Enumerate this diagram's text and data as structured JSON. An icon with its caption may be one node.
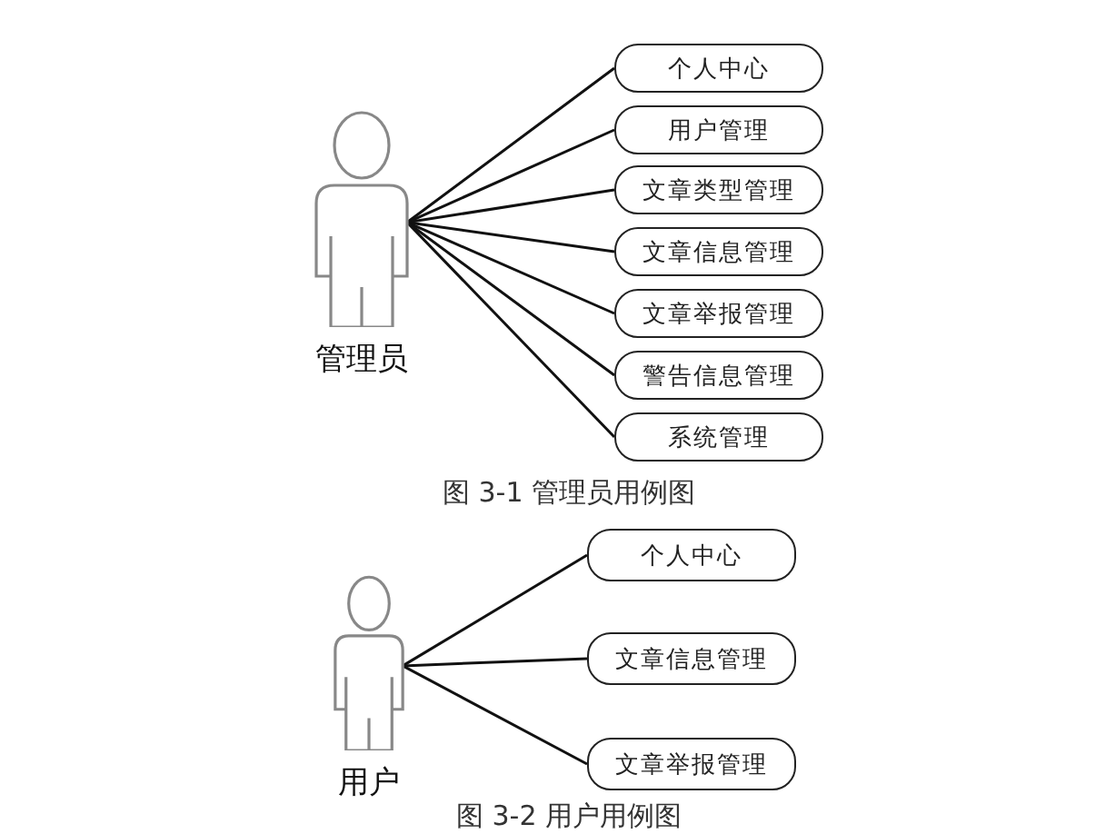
{
  "diagram": {
    "nodes": [
      {
        "text": [
          "管理员"
        ]
      },
      {
        "text": [
          "个人中心"
        ]
      },
      {
        "text": [
          "用户管理"
        ]
      },
      {
        "text": [
          "文章类型管理"
        ]
      },
      {
        "text": [
          "文章信息管理"
        ]
      },
      {
        "text": [
          "文章举报管理"
        ]
      },
      {
        "text": [
          "警告信息管理"
        ]
      },
      {
        "text": [
          "系统管理"
        ]
      },
      {
        "text": [
          "用户"
        ]
      },
      {
        "text": [
          "个人中心"
        ]
      },
      {
        "text": [
          "文章信息管理"
        ]
      },
      {
        "text": [
          "文章举报管理"
        ]
      }
    ],
    "edges": [
      {
        "from": 0,
        "to": 1,
        "arrow": "none"
      },
      {
        "from": 0,
        "to": 2,
        "arrow": "none"
      },
      {
        "from": 0,
        "to": 3,
        "arrow": "none"
      },
      {
        "from": 0,
        "to": 4,
        "arrow": "none"
      },
      {
        "from": 0,
        "to": 5,
        "arrow": "none"
      },
      {
        "from": 0,
        "to": 6,
        "arrow": "none"
      },
      {
        "from": 0,
        "to": 7,
        "arrow": "none"
      },
      {
        "from": 8,
        "to": 9,
        "arrow": "none"
      },
      {
        "from": 8,
        "to": 10,
        "arrow": "none"
      },
      {
        "from": 8,
        "to": 11,
        "arrow": "none"
      }
    ],
    "labels": [
      "图 3-1 管理员用例图",
      "图 3-2 用户用例图"
    ]
  }
}
